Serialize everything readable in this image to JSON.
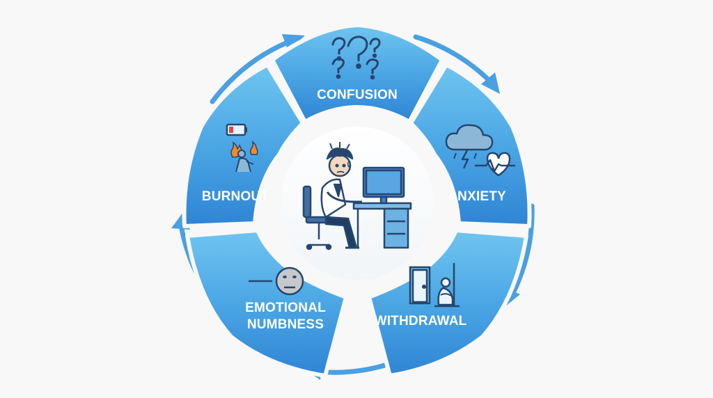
{
  "diagram": {
    "stages": [
      {
        "id": "confusion",
        "label": "CONFUSION",
        "icon": "question-marks-icon"
      },
      {
        "id": "anxiety",
        "label": "ANXIETY",
        "icon": "storm-cloud-heartbeat-icon"
      },
      {
        "id": "withdrawal",
        "label": "WITHDRAWAL",
        "icon": "door-isolated-person-icon"
      },
      {
        "id": "numbness",
        "label_line1": "EMOTIONAL",
        "label_line2": "NUMBNESS",
        "icon": "neutral-face-icon"
      },
      {
        "id": "burnout",
        "label": "BURNOUT",
        "icon": "low-battery-burning-person-icon"
      }
    ],
    "center_icon": "stressed-worker-at-desk-icon",
    "flow": "clockwise cycle",
    "colors": {
      "segment_light": "#6cc2ef",
      "segment_dark": "#2f86d6",
      "arrow": "#4aa0e2",
      "ink": "#26466e",
      "background": "#f7f8f7"
    }
  }
}
